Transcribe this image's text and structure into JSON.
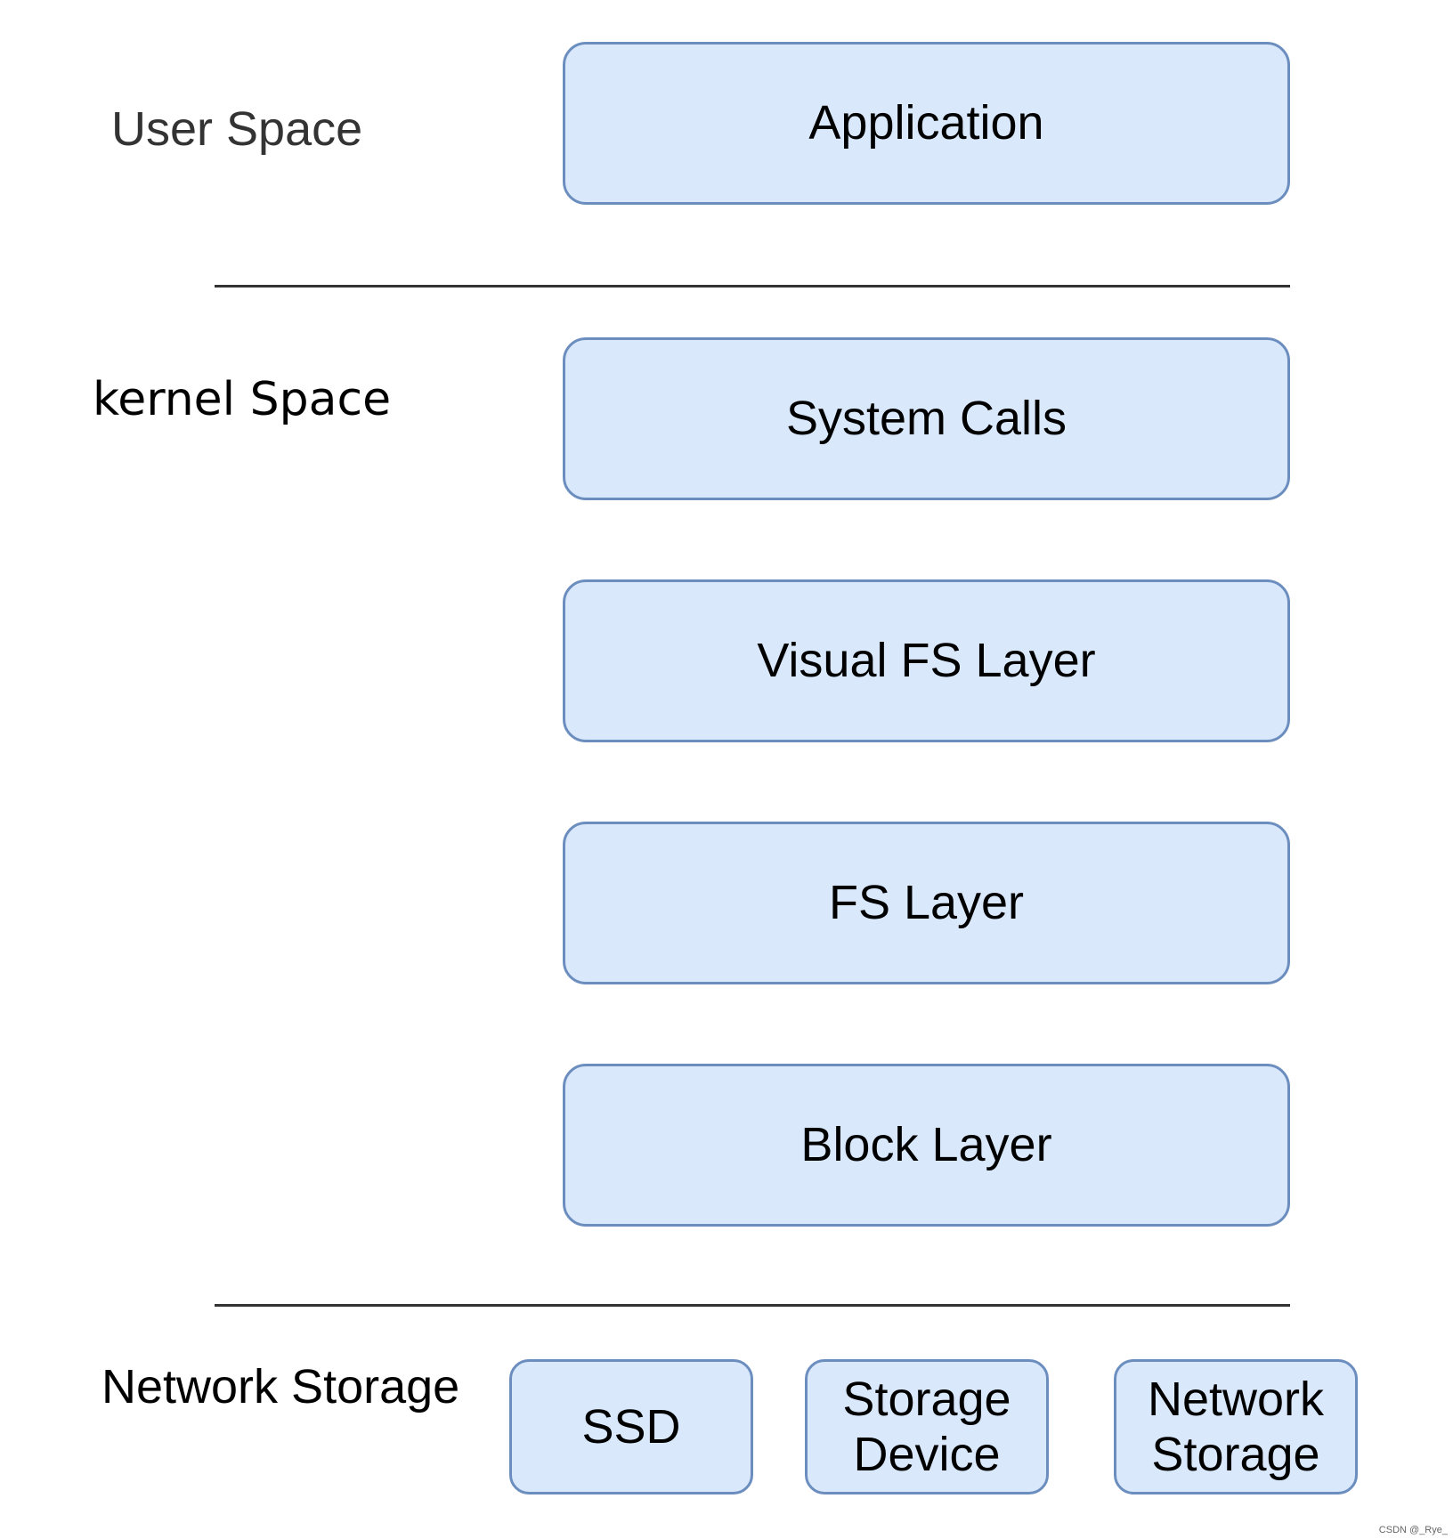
{
  "zones": {
    "user_space": "User Space",
    "kernel_space": "kernel Space",
    "network_storage": "Network Storage"
  },
  "layers": {
    "application": "Application",
    "system_calls": "System Calls",
    "visual_fs_layer": "Visual FS Layer",
    "fs_layer": "FS Layer",
    "block_layer": "Block Layer"
  },
  "devices": {
    "ssd": "SSD",
    "storage_device": "Storage Device",
    "network_storage": "Network Storage"
  },
  "watermark": "CSDN @_Rye_",
  "colors": {
    "box_fill": "#dae8fc",
    "box_stroke": "#6c8ebf",
    "divider": "#333333"
  }
}
